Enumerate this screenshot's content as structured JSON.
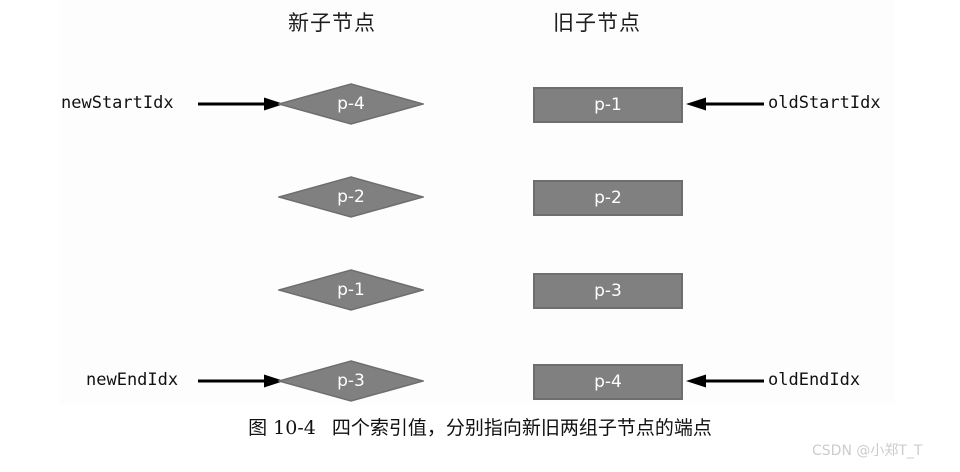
{
  "figure": {
    "headers": {
      "new_children": "新子节点",
      "old_children": "旧子节点"
    },
    "caption": {
      "number": "图 10-4",
      "text": "四个索引值，分别指向新旧两组子节点的端点"
    },
    "watermark": "CSDN @小郑T_T",
    "colors": {
      "shape_fill": "#808080",
      "shape_stroke": "#6e6e6e",
      "shape_text": "#ffffff",
      "arrow": "#000000",
      "panel_background": "#fdfdfd",
      "page_background": "#ffffff",
      "watermark_text": "#cccccc"
    },
    "rows": [
      {
        "new_node": "p-4",
        "old_node": "p-1",
        "left_label": "newStartIdx",
        "right_label": "oldStartIdx",
        "has_left_arrow": true,
        "has_right_arrow": true
      },
      {
        "new_node": "p-2",
        "old_node": "p-2",
        "left_label": "",
        "right_label": "",
        "has_left_arrow": false,
        "has_right_arrow": false
      },
      {
        "new_node": "p-1",
        "old_node": "p-3",
        "left_label": "",
        "right_label": "",
        "has_left_arrow": false,
        "has_right_arrow": false
      },
      {
        "new_node": "p-3",
        "old_node": "p-4",
        "left_label": "newEndIdx",
        "right_label": "oldEndIdx",
        "has_left_arrow": true,
        "has_right_arrow": true
      }
    ]
  }
}
